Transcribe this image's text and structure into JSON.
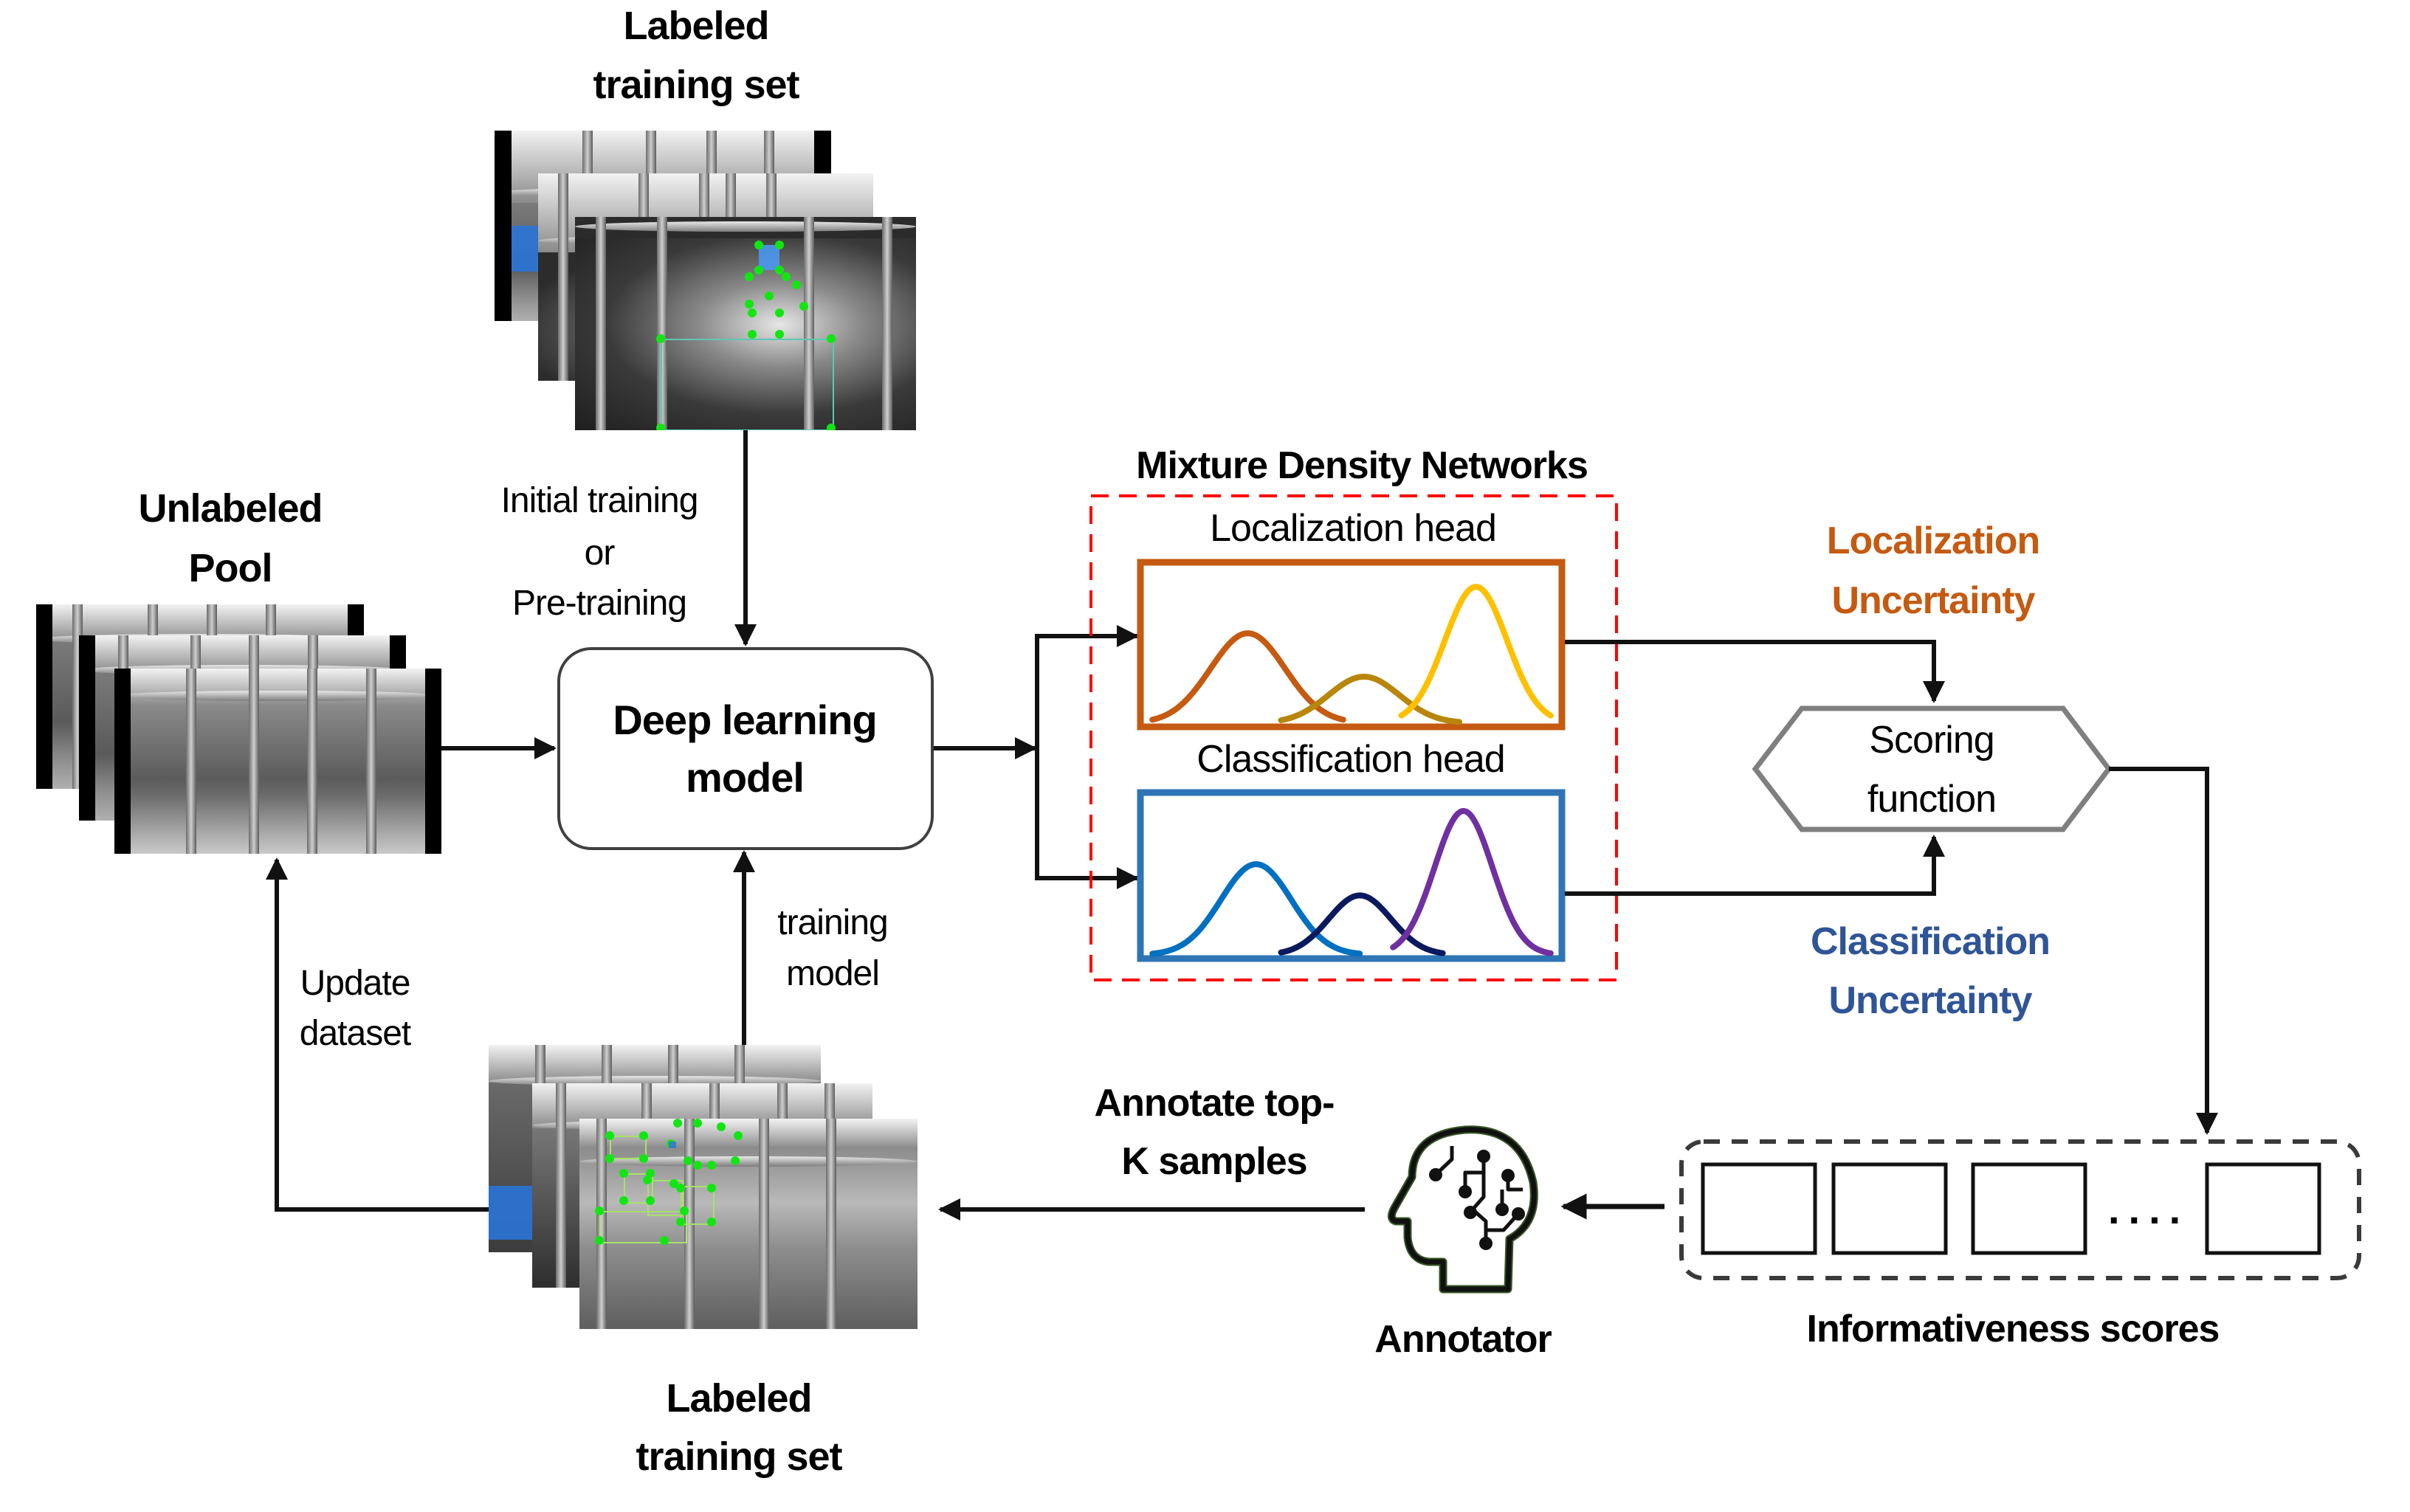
{
  "top_set": {
    "title_line1": "Labeled",
    "title_line2": "training set"
  },
  "pool": {
    "title_line1": "Unlabeled",
    "title_line2": "Pool"
  },
  "initial_training": {
    "line1": "Initial training",
    "line2": "or",
    "line3": "Pre-training"
  },
  "model": {
    "line1": "Deep learning",
    "line2": "model"
  },
  "mdn": {
    "title": "Mixture Density Networks",
    "localization_head": "Localization head",
    "classification_head": "Classification head",
    "colors": {
      "dashed_border": "#FF0000",
      "localization_border": "#C55A11",
      "classification_border": "#2E75B6",
      "loc_curves": [
        "#C55A11",
        "#B8860B",
        "#FFC000"
      ],
      "cls_curves": [
        "#0070C0",
        "#0B1A5E",
        "#7030A0"
      ]
    }
  },
  "uncertainty": {
    "localization_line1": "Localization",
    "localization_line2": "Uncertainty",
    "localization_color": "#C55A11",
    "classification_line1": "Classification",
    "classification_line2": "Uncertainty",
    "classification_color": "#2F5597"
  },
  "scoring": {
    "line1": "Scoring",
    "line2": "function"
  },
  "informativeness": {
    "label": "Informativeness scores",
    "ellipsis": "....",
    "box_count_visible": 4
  },
  "annotator": {
    "label": "Annotator",
    "icon": "head-circuit-icon",
    "icon_color": "#375623"
  },
  "annotate": {
    "line1": "Annotate top-",
    "line2": "K samples"
  },
  "bottom_set": {
    "title_line1": "Labeled",
    "title_line2": "training set"
  },
  "training_model": {
    "line1": "training",
    "line2": "model"
  },
  "update_dataset": {
    "line1": "Update",
    "line2": "dataset"
  }
}
